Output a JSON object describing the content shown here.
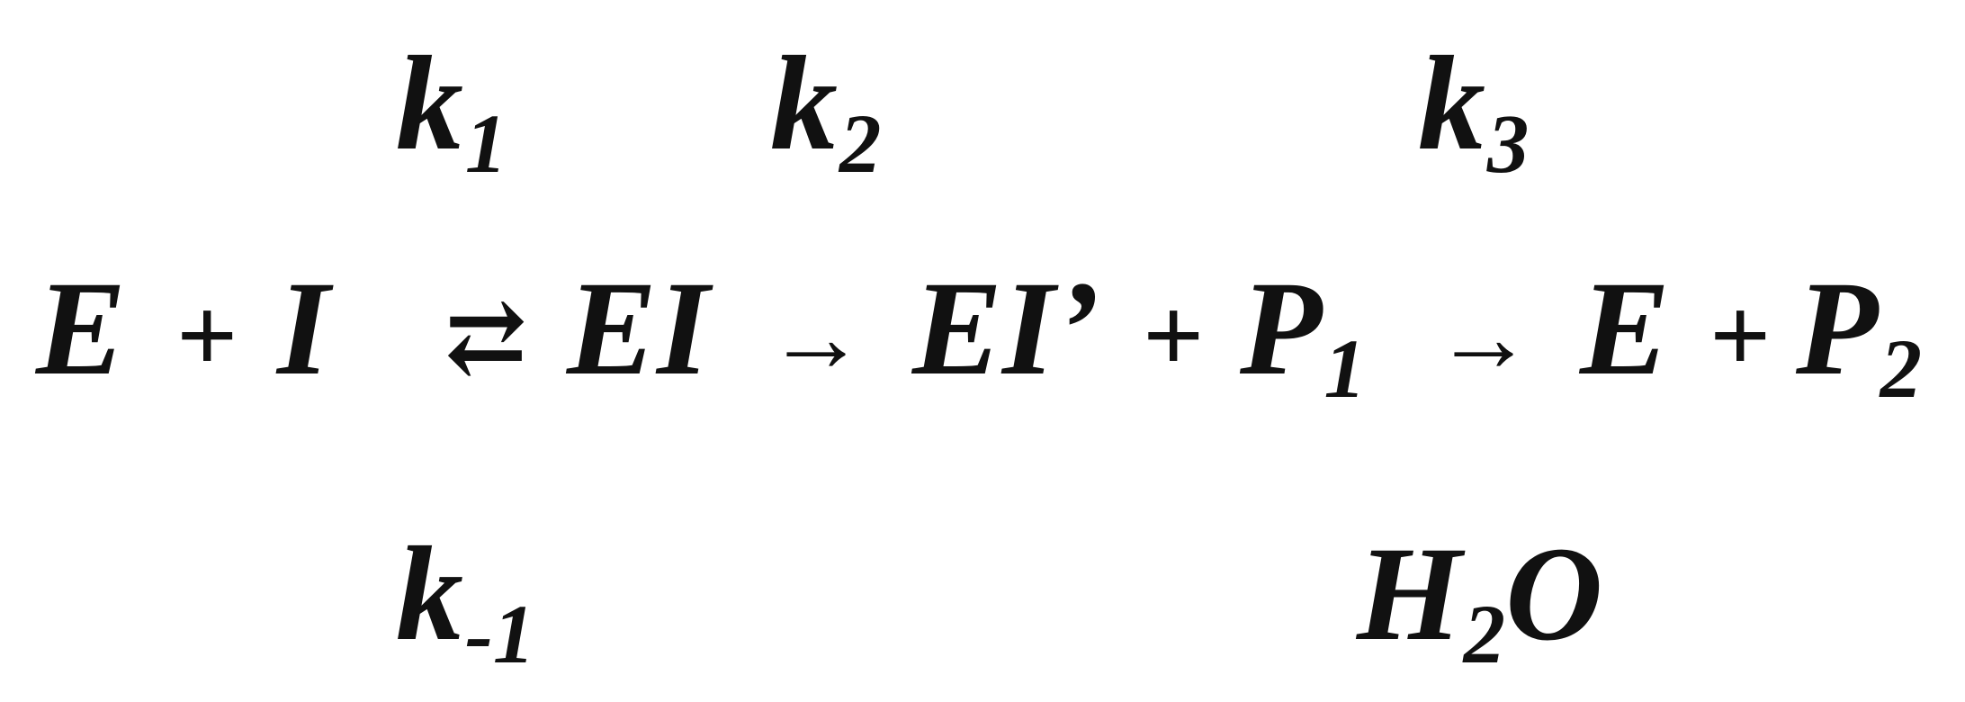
{
  "rate_constants": {
    "k1": {
      "symbol": "k",
      "sub": "1"
    },
    "k2": {
      "symbol": "k",
      "sub": "2"
    },
    "k3": {
      "symbol": "k",
      "sub": "3"
    },
    "k_minus1": {
      "symbol": "k",
      "sub": "-1"
    }
  },
  "water": {
    "symbol": "H",
    "sub": "2",
    "tail": "O"
  },
  "reaction": {
    "E": "E",
    "plus": "+",
    "I": "I",
    "equilibrium": "⇄",
    "EI": "EI",
    "arrow": "→",
    "EI_prime": "EI’",
    "P1": {
      "symbol": "P",
      "sub": "1"
    },
    "P2": {
      "symbol": "P",
      "sub": "2"
    }
  }
}
